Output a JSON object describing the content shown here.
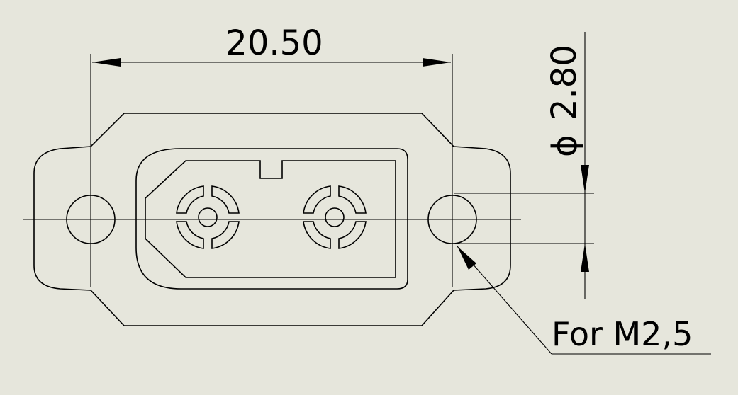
{
  "dimensions": {
    "width_label": "20.50",
    "diameter_label": "2.80",
    "diameter_symbol": "ϕ"
  },
  "leader": {
    "note": "For M2,5"
  },
  "colors": {
    "background": "#e6e6dc",
    "line": "#000000"
  }
}
